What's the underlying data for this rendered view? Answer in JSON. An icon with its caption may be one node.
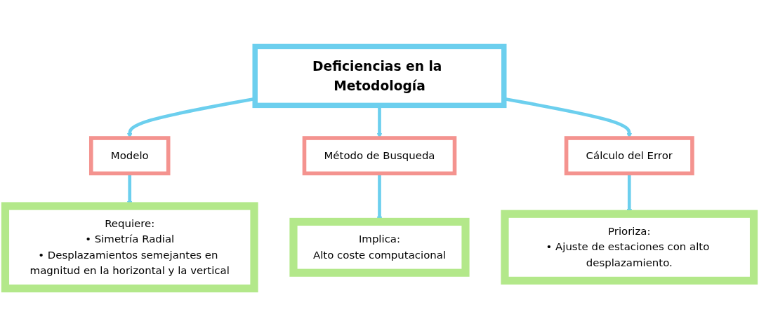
{
  "diagram": {
    "nodes": [
      {
        "text": [
          "Deficiencias en la Metodología"
        ]
      },
      {
        "text": [
          "Modelo"
        ]
      },
      {
        "text": [
          "Método de Busqueda"
        ]
      },
      {
        "text": [
          "Cálculo del Error"
        ]
      },
      {
        "text": [
          "Requiere:",
          "• Simetría Radial",
          "• Desplazamientos semejantes en magnitud en la horizontal y la vertical"
        ]
      },
      {
        "text": [
          "Implica:",
          "Alto coste computacional"
        ]
      },
      {
        "text": [
          "Prioriza:",
          "• Ajuste de estaciones con alto desplazamiento."
        ]
      }
    ],
    "edges": [
      {
        "from": 0,
        "to": 1,
        "arrow": "to"
      },
      {
        "from": 0,
        "to": 2,
        "arrow": "to"
      },
      {
        "from": 0,
        "to": 3,
        "arrow": "to"
      },
      {
        "from": 1,
        "to": 4,
        "arrow": "to"
      },
      {
        "from": 2,
        "to": 5,
        "arrow": "to"
      },
      {
        "from": 3,
        "to": 6,
        "arrow": "to"
      }
    ]
  }
}
